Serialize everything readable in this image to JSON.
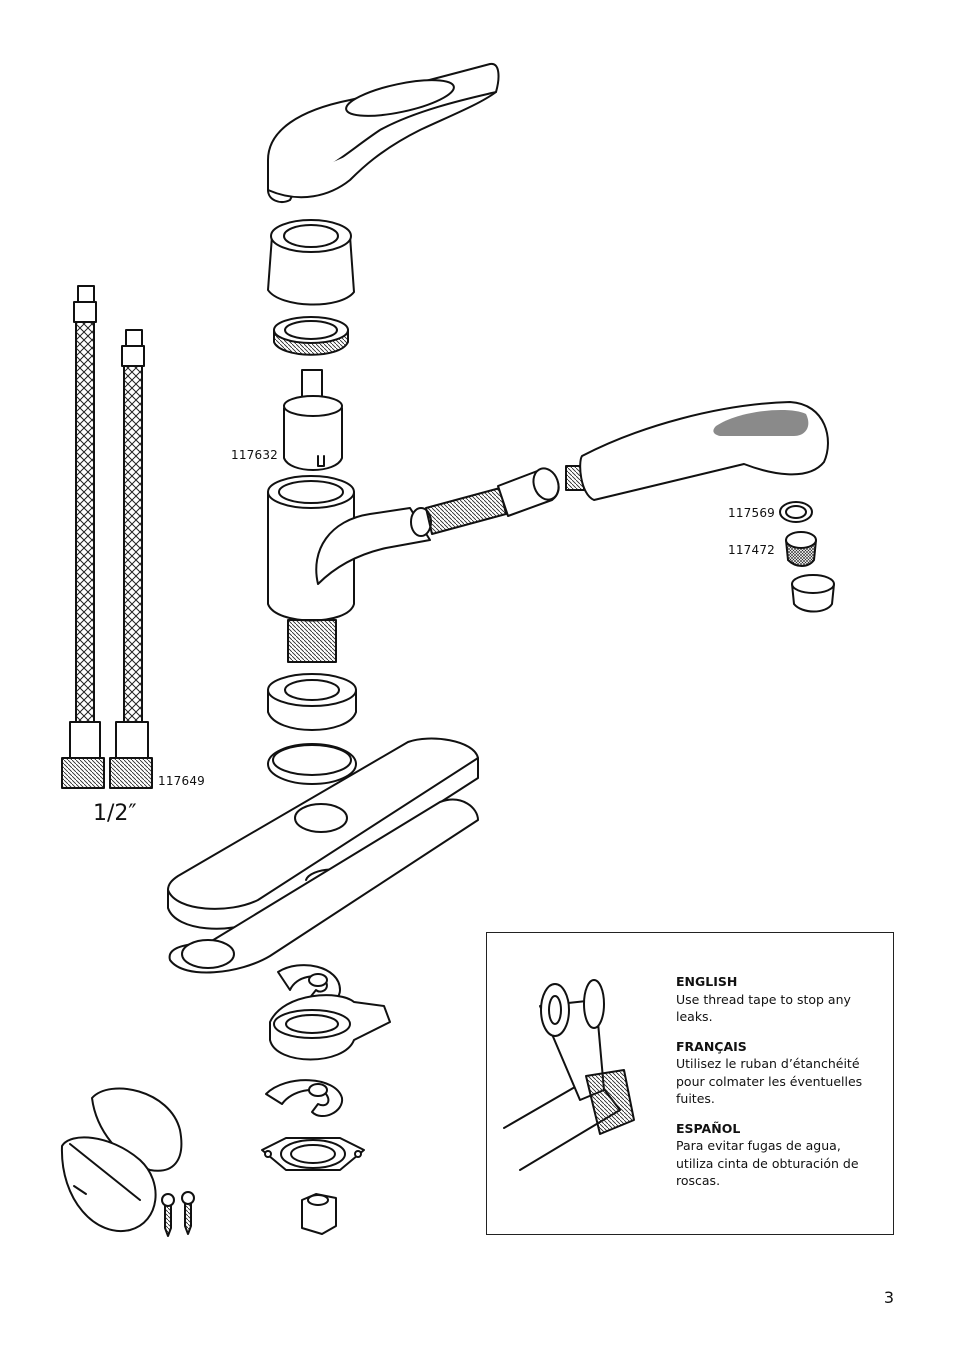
{
  "labels": {
    "cartridge": "117632",
    "washer": "117569",
    "aerator": "117472",
    "hose": "117649",
    "size": "1/2″"
  },
  "instructions": [
    {
      "heading": "ENGLISH",
      "text": "Use thread tape to stop any leaks."
    },
    {
      "heading": "FRANÇAIS",
      "text": "Utilisez le ruban d’étanchéité pour colmater les éventuelles fuites."
    },
    {
      "heading": "ESPAÑOL",
      "text": "Para evitar fugas de agua, utiliza cinta de obturación de roscas."
    }
  ],
  "page_number": "3"
}
